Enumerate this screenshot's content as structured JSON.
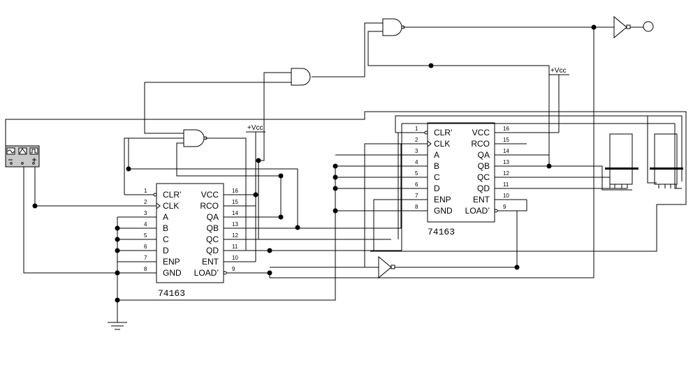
{
  "chip_name": "74163",
  "left_labels": [
    "CLR’",
    "CLK",
    "A",
    "B",
    "C",
    "D",
    "ENP",
    "GND"
  ],
  "left_pins": [
    "1",
    "2",
    "3",
    "4",
    "5",
    "6",
    "7",
    "8"
  ],
  "right_labels": [
    "VCC",
    "RCO",
    "QA",
    "QB",
    "QC",
    "QD",
    "ENT",
    "LOAD’"
  ],
  "right_pins": [
    "16",
    "15",
    "14",
    "13",
    "12",
    "11",
    "10",
    "9"
  ],
  "vcc_label": "+Vcc"
}
